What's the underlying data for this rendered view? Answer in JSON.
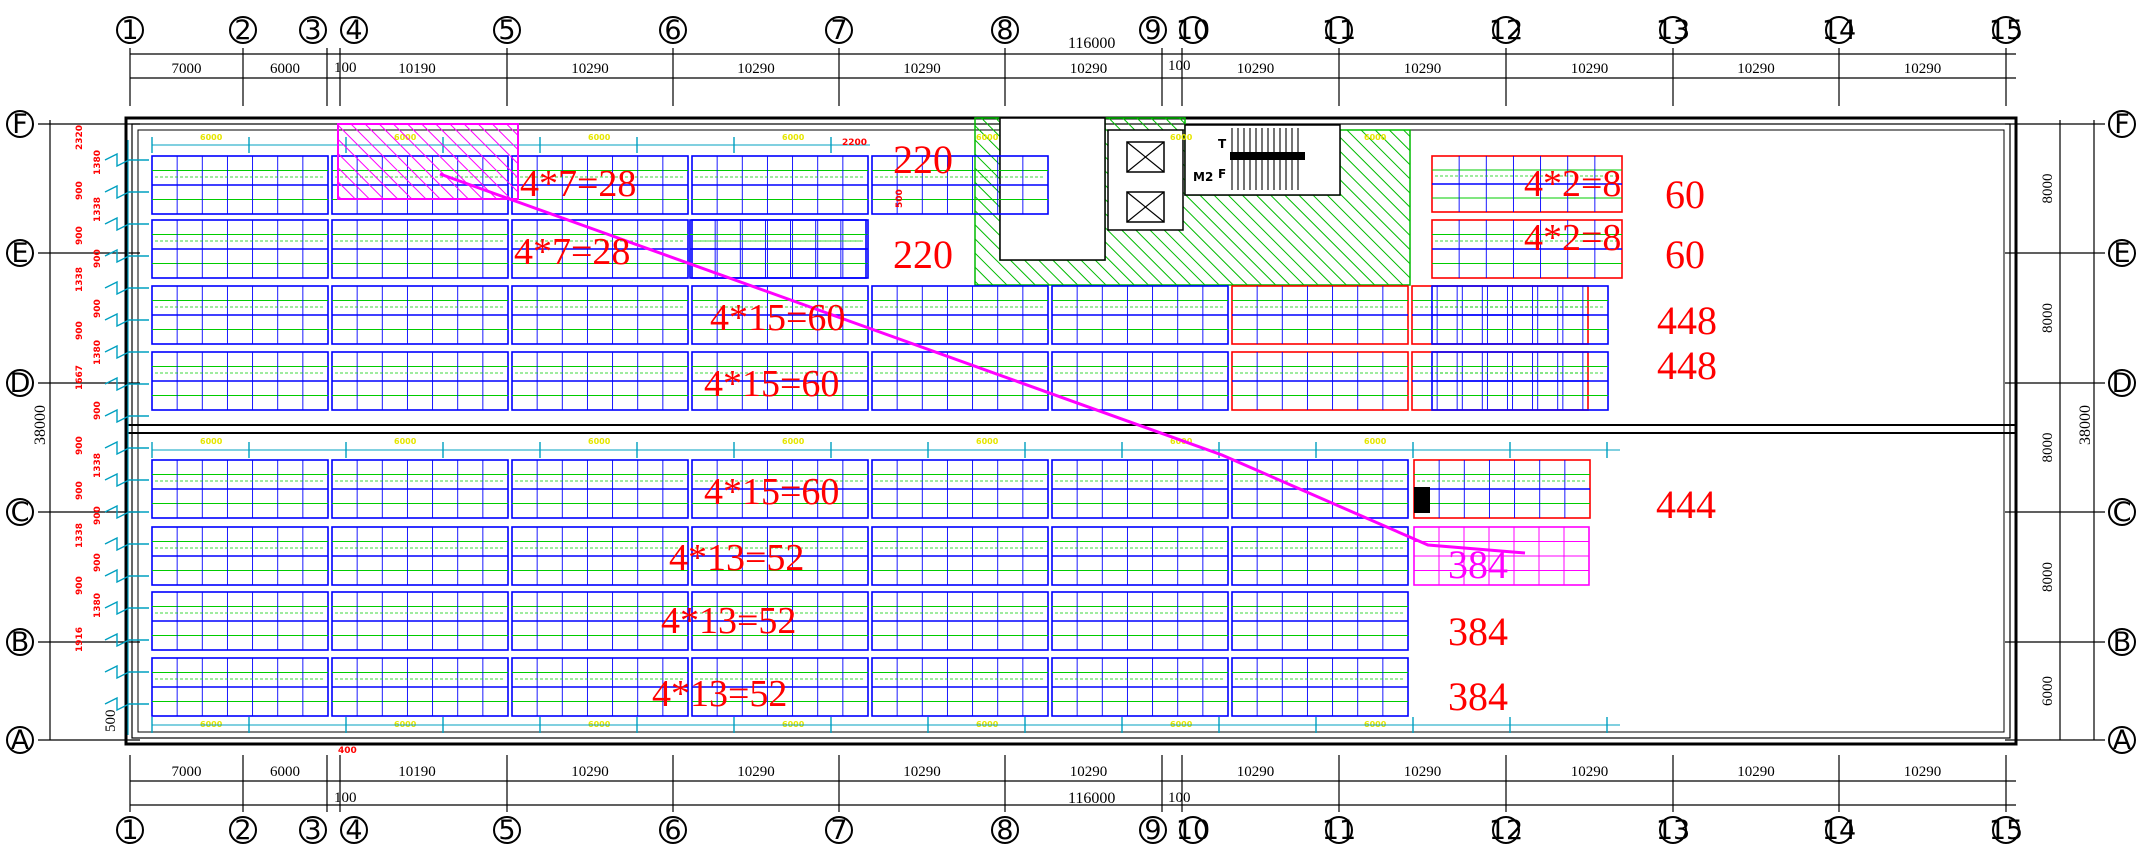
{
  "grid": {
    "columns": [
      "1",
      "2",
      "3",
      "4",
      "5",
      "6",
      "7",
      "8",
      "9",
      "10",
      "11",
      "12",
      "13",
      "14",
      "15"
    ],
    "rows": [
      "F",
      "E",
      "D",
      "C",
      "B",
      "A"
    ]
  },
  "dimensions": {
    "top_spans": [
      "7000",
      "6000",
      "10190",
      "10290",
      "10290",
      "10290",
      "10290",
      "10290",
      "10290",
      "10290",
      "10290",
      "10290"
    ],
    "bottom_spans": [
      "7000",
      "6000",
      "10190",
      "10290",
      "10290",
      "10290",
      "10290",
      "10290",
      "10290",
      "10290",
      "10290",
      "10290"
    ],
    "total": "116000",
    "offset_100": "100",
    "right_spans": [
      "8000",
      "8000",
      "8000",
      "8000",
      "6000"
    ],
    "left_total": "38000",
    "right_total": "38000",
    "left_bottom": "500",
    "small_400": "400",
    "dim_2200": "2200",
    "dim_500": "500"
  },
  "small_labels": {
    "red": [
      "2320",
      "1380",
      "900",
      "1338",
      "900",
      "900",
      "1338",
      "900",
      "900",
      "1380",
      "1667",
      "900",
      "900",
      "1338",
      "900",
      "900",
      "1338",
      "900",
      "900",
      "1380",
      "1916"
    ],
    "yellow": "6000",
    "door": "M2",
    "stair_t": "T",
    "stair_f": "F"
  },
  "arrays": [
    {
      "label": "4*7=28",
      "count": "220"
    },
    {
      "label": "4*7=28",
      "count": "220"
    },
    {
      "label": "4*15=60",
      "count": "448"
    },
    {
      "label": "4*15=60",
      "count": "448"
    },
    {
      "label": "4*15=60",
      "count": "444"
    },
    {
      "label": "4*13=52",
      "count": "384"
    },
    {
      "label": "4*13=52",
      "count": "384"
    },
    {
      "label": "4*13=52",
      "count": "384"
    }
  ],
  "side_arrays": [
    {
      "label": "4*2=8",
      "count": "60"
    },
    {
      "label": "4*2=8",
      "count": "60"
    }
  ],
  "colors": {
    "panel_outline": "#0000ff",
    "panel_inner": "#00cc00",
    "highlight": "#ff0000",
    "magenta": "#ff00ff",
    "hatch": "#00bb00",
    "dim_blue": "#00a0c0"
  }
}
